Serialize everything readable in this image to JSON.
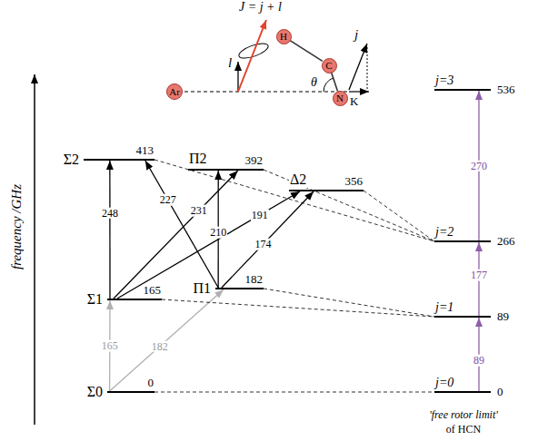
{
  "diagram": {
    "nodes": [
      {
        "text": [
          "H"
        ]
      },
      {
        "text": [
          "C"
        ]
      },
      {
        "text": [
          "Ar"
        ]
      },
      {
        "text": [
          "N"
        ]
      },
      {
        "text": [
          "Σ2",
          "413"
        ]
      },
      {
        "text": [
          "Π2",
          "392"
        ]
      },
      {
        "text": [
          "Δ2",
          "356"
        ]
      },
      {
        "text": [
          "Σ1",
          "165"
        ]
      },
      {
        "text": [
          "Π1",
          "182"
        ]
      },
      {
        "text": [
          "Σ0",
          "0"
        ]
      },
      {
        "text": [
          "j=3",
          "536"
        ]
      },
      {
        "text": [
          "j=2",
          "266"
        ]
      },
      {
        "text": [
          "j=1",
          "89"
        ]
      },
      {
        "text": [
          "j=0",
          "0"
        ]
      }
    ],
    "edges": [
      {
        "from": 0,
        "to": 1,
        "arrow": "none"
      },
      {
        "from": 1,
        "to": 3,
        "arrow": "none"
      },
      {
        "from": 9,
        "to": 7,
        "arrow": "to",
        "label": "165"
      },
      {
        "from": 9,
        "to": 8,
        "arrow": "to",
        "label": "182"
      },
      {
        "from": 7,
        "to": 4,
        "arrow": "to",
        "label": "248"
      },
      {
        "from": 8,
        "to": 4,
        "arrow": "to",
        "label": "227"
      },
      {
        "from": 7,
        "to": 5,
        "arrow": "to",
        "label": "231"
      },
      {
        "from": 8,
        "to": 5,
        "arrow": "to",
        "label": "210"
      },
      {
        "from": 7,
        "to": 6,
        "arrow": "to",
        "label": "191"
      },
      {
        "from": 8,
        "to": 6,
        "arrow": "to",
        "label": "174"
      },
      {
        "from": 13,
        "to": 12,
        "arrow": "to",
        "label": "89"
      },
      {
        "from": 12,
        "to": 11,
        "arrow": "to",
        "label": "177"
      },
      {
        "from": 11,
        "to": 10,
        "arrow": "to",
        "label": "270"
      },
      {
        "from": 9,
        "to": 13,
        "arrow": "none"
      },
      {
        "from": 7,
        "to": 12,
        "arrow": "none"
      },
      {
        "from": 8,
        "to": 12,
        "arrow": "none"
      },
      {
        "from": 4,
        "to": 11,
        "arrow": "none"
      },
      {
        "from": 5,
        "to": 11,
        "arrow": "none"
      },
      {
        "from": 6,
        "to": 11,
        "arrow": "none"
      }
    ],
    "labels": [
      "J = j + l",
      "l",
      "j",
      "θ",
      "K",
      "frequency /GHz",
      "'free rotor limit'",
      "of HCN"
    ]
  }
}
